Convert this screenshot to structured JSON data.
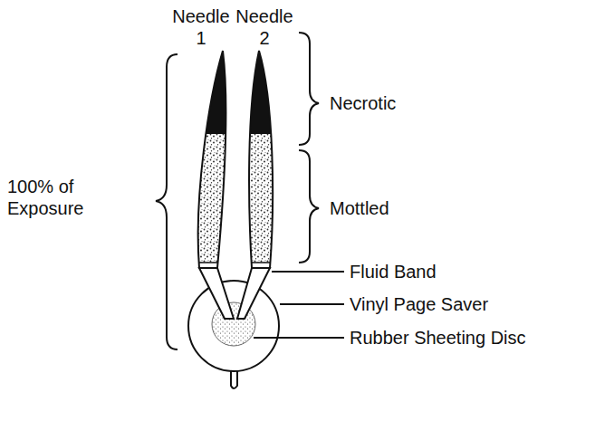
{
  "diagram": {
    "labels": [
      "Needle 1",
      "Needle 2",
      "Necrotic",
      "Mottled",
      "100% of Exposure",
      "Fluid Band",
      "Vinyl Page Saver",
      "Rubber Sheeting Disc"
    ]
  }
}
